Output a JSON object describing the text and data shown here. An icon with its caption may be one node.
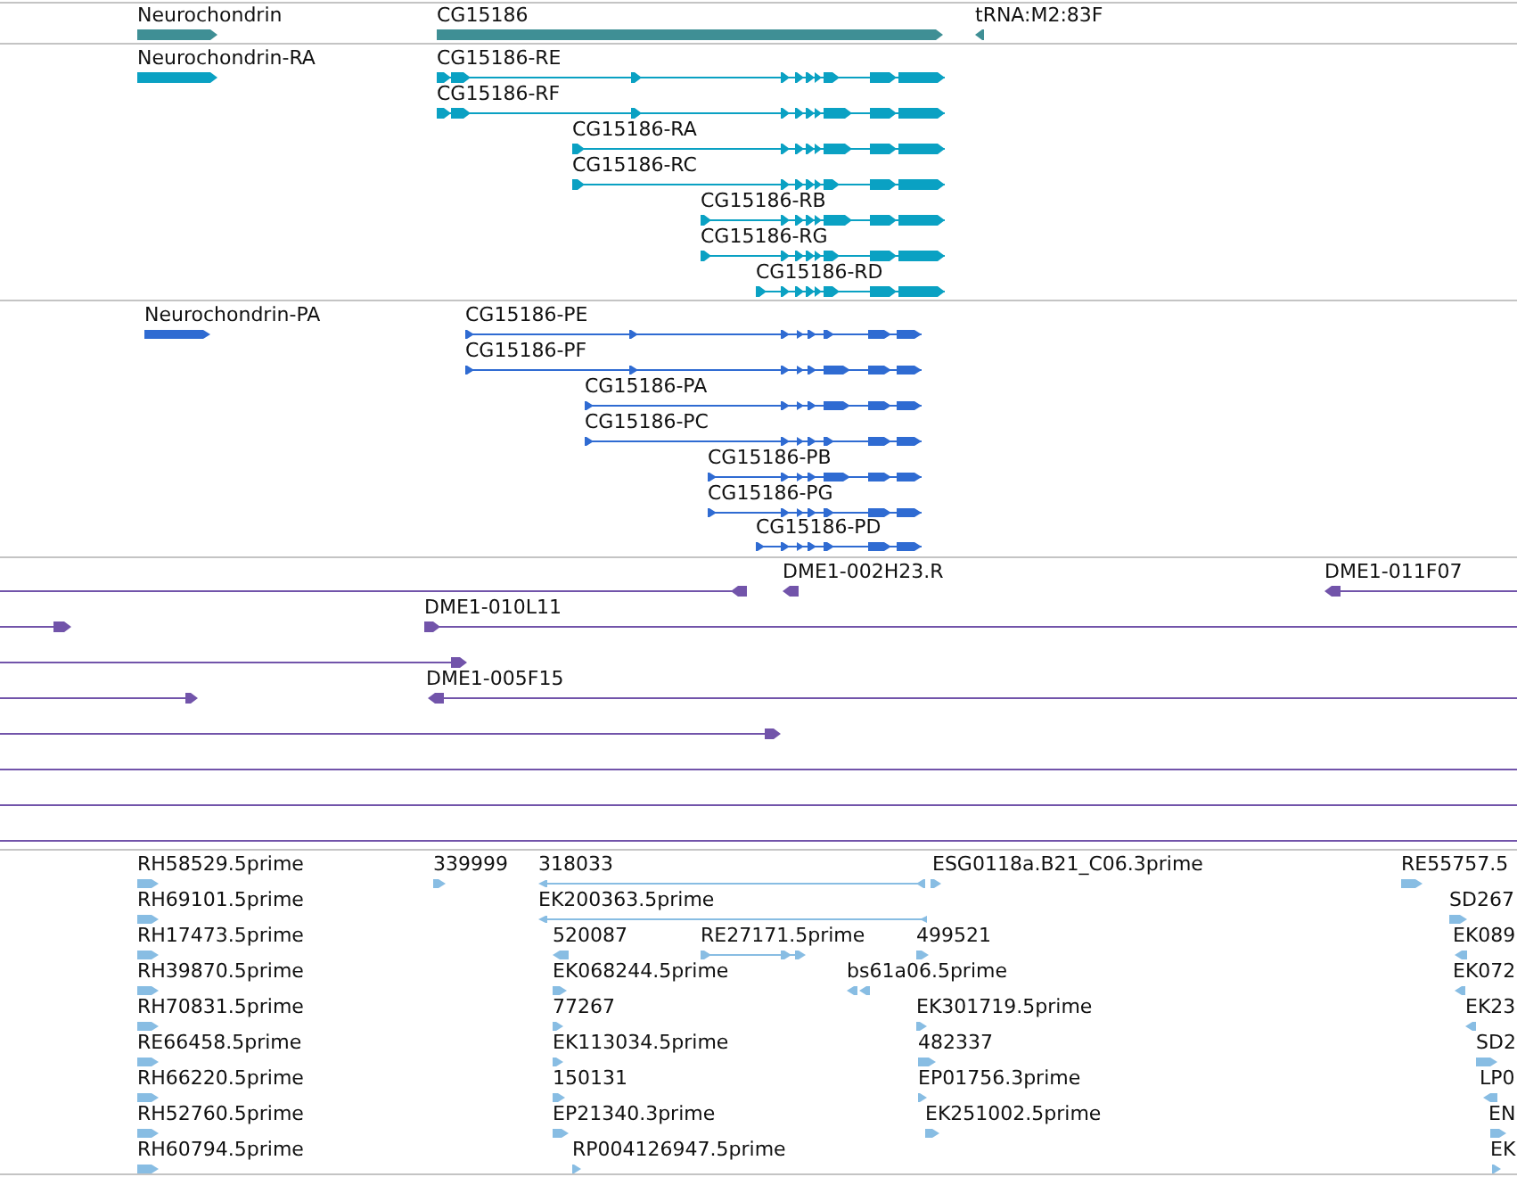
{
  "diagram": {
    "labels": [
      "Neurochondrin",
      "CG15186",
      "tRNA:M2:83F",
      "Neurochondrin-RA",
      "CG15186-RE",
      "CG15186-RF",
      "CG15186-RA",
      "CG15186-RC",
      "CG15186-RB",
      "CG15186-RG",
      "CG15186-RD",
      "Neurochondrin-PA",
      "CG15186-PE",
      "CG15186-PF",
      "CG15186-PA",
      "CG15186-PC",
      "CG15186-PB",
      "CG15186-PG",
      "CG15186-PD",
      "DME1-002H23.R",
      "DME1-011F07",
      "DME1-010L11",
      "DME1-005F15",
      "RH58529.5prime",
      "339999",
      "318033",
      "ESG0118a.B21_C06.3prime",
      "RE55757.5",
      "RH69101.5prime",
      "EK200363.5prime",
      "SD267",
      "RH17473.5prime",
      "520087",
      "RE27171.5prime",
      "499521",
      "EK089",
      "RH39870.5prime",
      "EK068244.5prime",
      "bs61a06.5prime",
      "EK072",
      "RH70831.5prime",
      "77267",
      "EK301719.5prime",
      "EK23",
      "RE66458.5prime",
      "EK113034.5prime",
      "482337",
      "SD2",
      "RH66220.5prime",
      "150131",
      "EP01756.3prime",
      "LP0",
      "RH52760.5prime",
      "EP21340.3prime",
      "EK251002.5prime",
      "EN",
      "RH60794.5prime",
      "RP004126947.5prime",
      "EK"
    ]
  }
}
